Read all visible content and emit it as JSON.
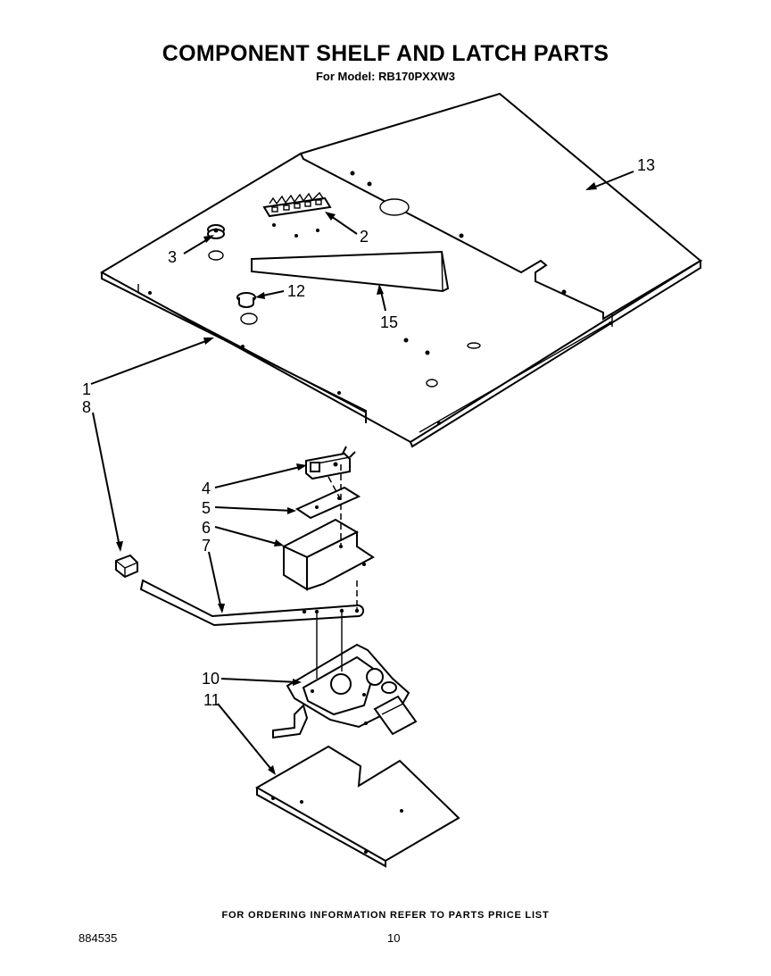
{
  "title": "COMPONENT SHELF AND LATCH PARTS",
  "subtitle": "For Model: RB170PXXW3",
  "callouts": {
    "c1": "1",
    "c2": "2",
    "c3": "3",
    "c4": "4",
    "c5": "5",
    "c6": "6",
    "c7": "7",
    "c8": "8",
    "c10": "10",
    "c11": "11",
    "c12": "12",
    "c13": "13",
    "c15": "15"
  },
  "footer": {
    "ordering_note": "FOR ORDERING INFORMATION REFER TO PARTS PRICE LIST",
    "document_number": "884535",
    "page_number": "10"
  }
}
